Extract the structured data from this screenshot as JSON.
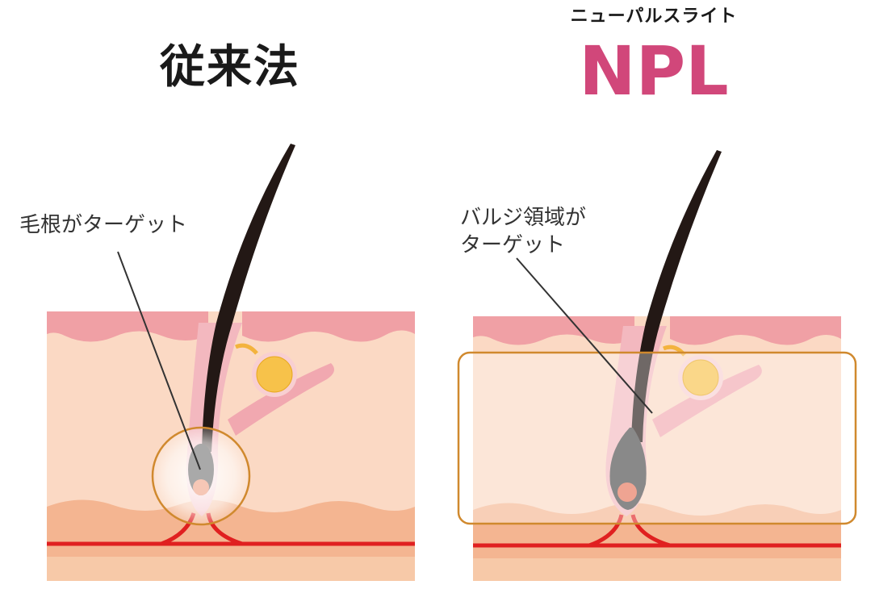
{
  "left_panel": {
    "title": "従来法",
    "target_label": "毛根がターゲット"
  },
  "right_panel": {
    "subtitle": "ニューパルスライト",
    "title": "NPL",
    "target_label_line1": "バルジ領域が",
    "target_label_line2": "ターゲット"
  },
  "colors": {
    "accent_pink": "#d1477a",
    "skin_top": "#f0a0a5",
    "skin_mid": "#fbd9c4",
    "skin_lower": "#f4b591",
    "blood_vessel": "#e02020",
    "hair": "#231815",
    "target_outline": "#d0892e",
    "gland": "#f3b33d"
  }
}
